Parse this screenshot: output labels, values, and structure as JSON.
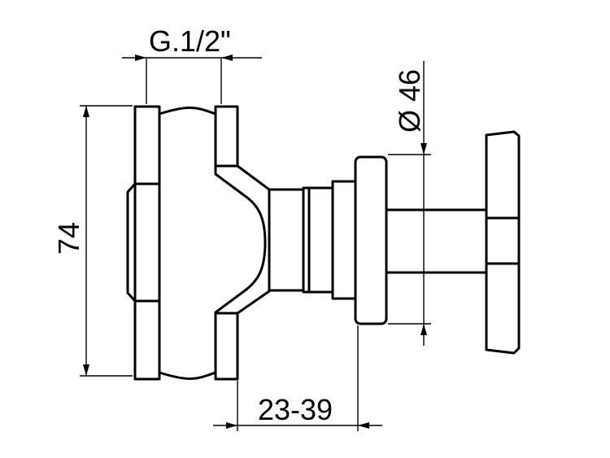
{
  "dimensions": {
    "thread": "G.1/2\"",
    "height": "74",
    "diameter": "Ø 46",
    "depth": "23-39"
  },
  "colors": {
    "line": "#000000",
    "background": "#ffffff"
  }
}
